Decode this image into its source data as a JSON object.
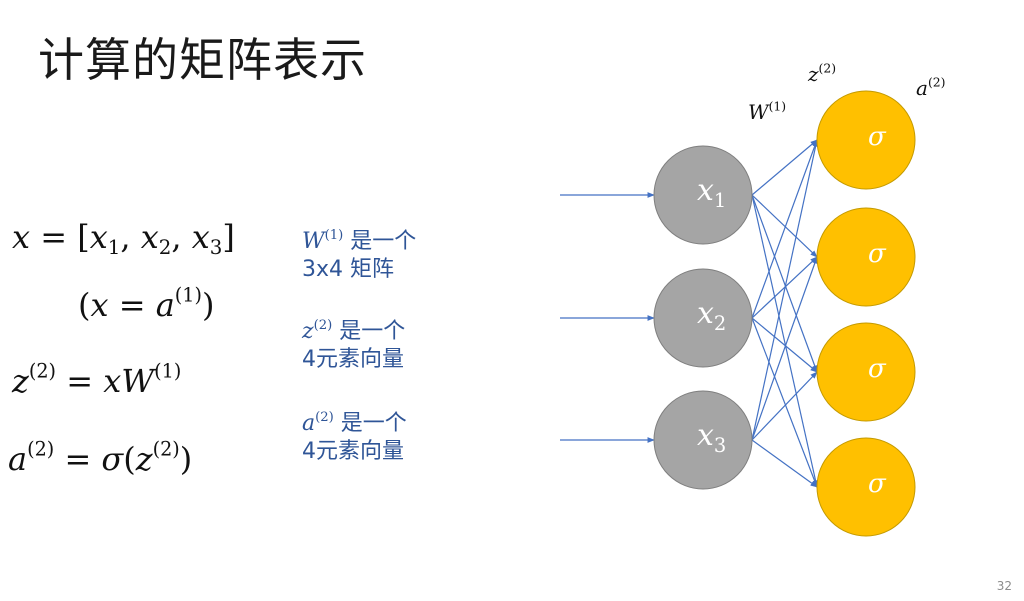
{
  "slide": {
    "title": "计算的矩阵表示",
    "page_number": "32"
  },
  "equations": {
    "x_def": {
      "lhs": "x",
      "eq": " = [",
      "x1": "x",
      "s1": "1",
      "c1": ", ",
      "x2": "x",
      "s2": "2",
      "c2": ", ",
      "x3": "x",
      "s3": "3",
      "close": "]"
    },
    "x_alias": {
      "open": "(",
      "x": "x",
      "eq": " =  ",
      "a": "a",
      "sup": "(1)",
      "close": ")"
    },
    "z_def": {
      "z": "z",
      "sup": "(2)",
      "eq": " = ",
      "x": "x",
      "W": "W",
      "wsup": "(1)"
    },
    "a_def": {
      "a": "a",
      "sup": "(2)",
      "eq": " = ",
      "sigma": "σ",
      "open": "(",
      "z": "z",
      "zsup": "(2)",
      "close": ")"
    }
  },
  "notes": [
    {
      "sym": "W",
      "sup": "(1)",
      "line1": " 是一个",
      "line2": "3x4 矩阵"
    },
    {
      "sym": "z",
      "sup": "(2)",
      "line1": " 是一个",
      "line2": "4元素向量"
    },
    {
      "sym": "a",
      "sup": "(2)",
      "line1": " 是一个",
      "line2": "4元素向量"
    }
  ],
  "diagram": {
    "colors": {
      "input_fill": "#a5a5a5",
      "input_stroke": "#7f7f7f",
      "output_fill": "#ffc000",
      "output_stroke": "#c49a00",
      "edge": "#4472c4",
      "node_text": "#ffffff"
    },
    "input_nodes": [
      {
        "sym": "x",
        "sub": "1"
      },
      {
        "sym": "x",
        "sub": "2"
      },
      {
        "sym": "x",
        "sub": "3"
      }
    ],
    "output_nodes": [
      {
        "label": "σ"
      },
      {
        "label": "σ"
      },
      {
        "label": "σ"
      },
      {
        "label": "σ"
      }
    ],
    "labels": {
      "weights": {
        "sym": "W",
        "sup": "(1)"
      },
      "z": {
        "sym": "z",
        "sup": "(2)"
      },
      "a": {
        "sym": "a",
        "sup": "(2)"
      }
    }
  }
}
